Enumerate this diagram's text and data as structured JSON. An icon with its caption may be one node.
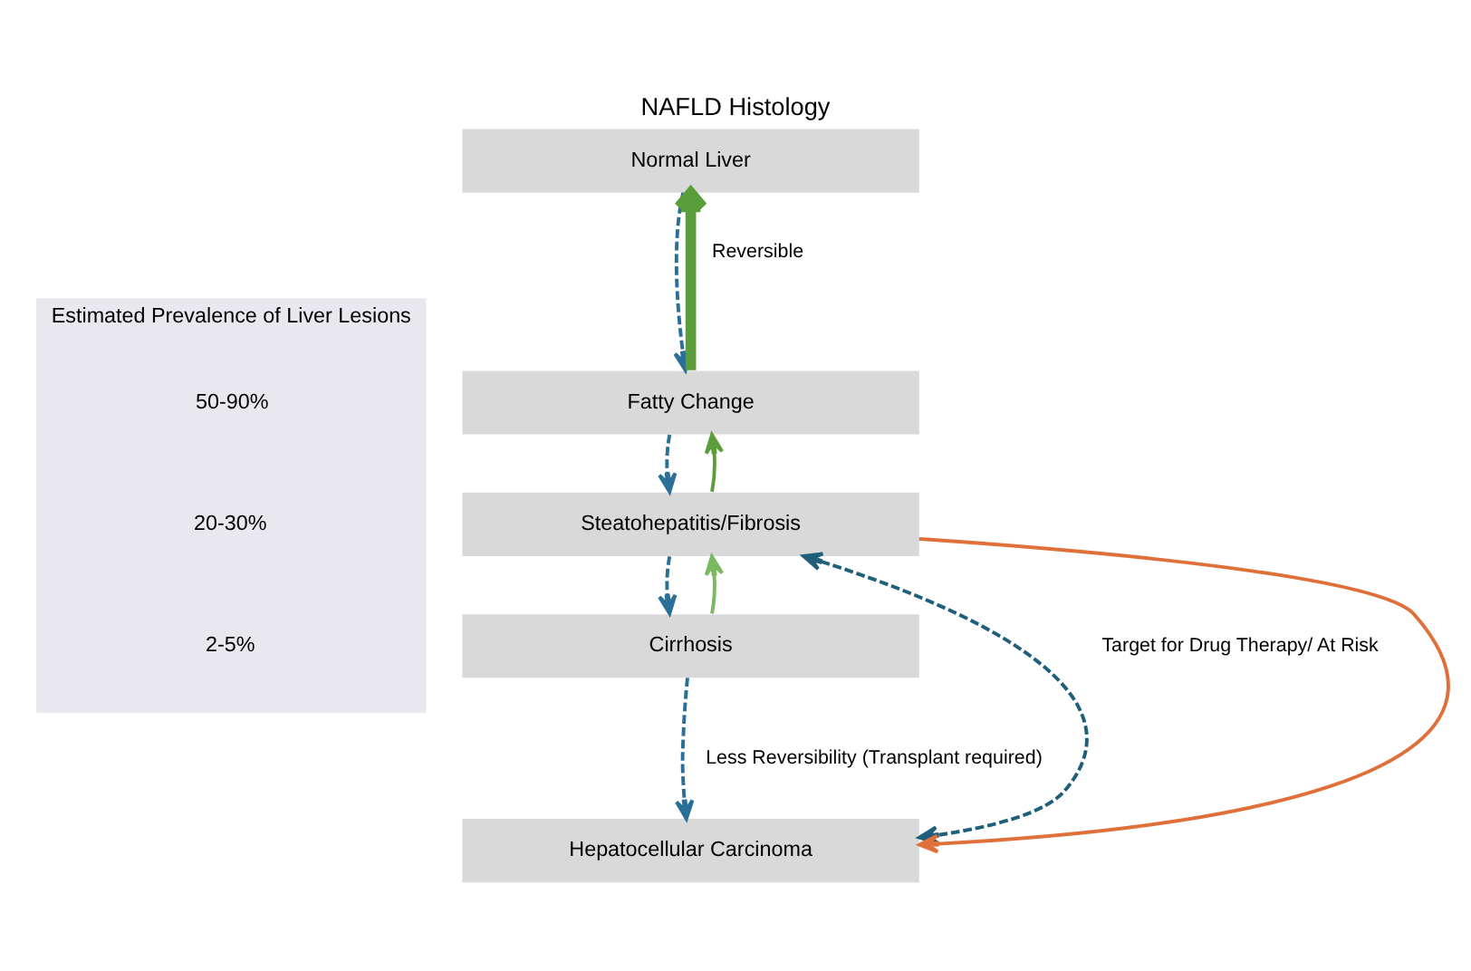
{
  "diagram": {
    "title": "NAFLD Histology",
    "nodes": [
      {
        "text": [
          "Estimated Prevalence of Liver Lesions"
        ]
      },
      {
        "text": [
          "Normal Liver"
        ]
      },
      {
        "text": [
          "Fatty Change"
        ]
      },
      {
        "text": [
          "Steatohepatitis/Fibrosis"
        ]
      },
      {
        "text": [
          "Cirrhosis"
        ]
      },
      {
        "text": [
          "Hepatocellular Carcinoma"
        ]
      }
    ],
    "edges": [
      {
        "from": 1,
        "to": 2,
        "arrow": "to",
        "style": "dashed",
        "color": "#2a6f97"
      },
      {
        "from": 2,
        "to": 1,
        "arrow": "to",
        "label": "Reversible",
        "style": "thick",
        "color": "#5a9e3c"
      },
      {
        "from": 2,
        "to": 3,
        "arrow": "to",
        "style": "dashed",
        "color": "#2a6f97"
      },
      {
        "from": 3,
        "to": 2,
        "arrow": "to",
        "color": "#5a9e3c"
      },
      {
        "from": 3,
        "to": 4,
        "arrow": "to",
        "style": "dashed",
        "color": "#2a6f97"
      },
      {
        "from": 4,
        "to": 3,
        "arrow": "to",
        "color": "#7ab862"
      },
      {
        "from": 4,
        "to": 5,
        "arrow": "to",
        "label": "Less Reversibility (Transplant required)",
        "style": "dashed",
        "color": "#2a6f97"
      },
      {
        "from": 3,
        "to": 5,
        "arrow": "both",
        "label": "Target for Drug Therapy/ At Risk",
        "style": "dashed",
        "color": "#1f5f7a"
      },
      {
        "from": 3,
        "to": 5,
        "arrow": "to",
        "color": "#e0703a"
      }
    ],
    "labels": [
      "50-90%",
      "20-30%",
      "2-5%"
    ]
  }
}
